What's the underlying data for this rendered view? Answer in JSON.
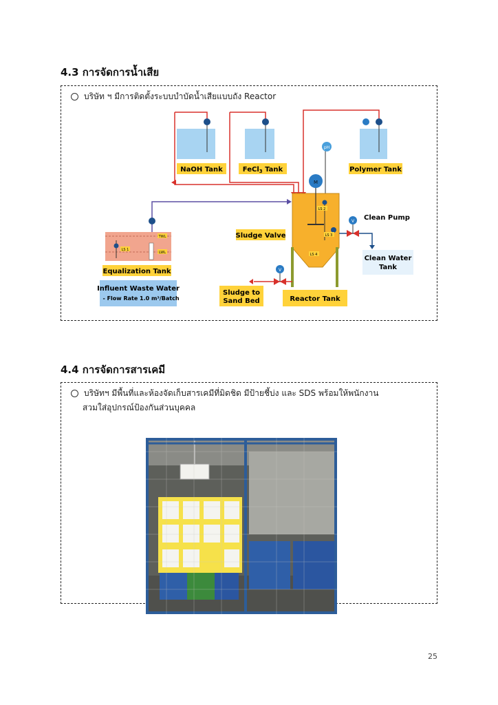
{
  "section_43": {
    "heading": "4.3 การจัดการน้ำเสีย",
    "bullet": "บริษัท ฯ มีการติดตั้งระบบบำบัดน้ำเสียแบบถัง Reactor"
  },
  "diagram": {
    "naoh_tank": "NaOH Tank",
    "fecl3_tank": "FeCl",
    "fecl3_sub": "3",
    "fecl3_suffix": " Tank",
    "polymer_tank": "Polymer  Tank",
    "clean_pump": "Clean Pump",
    "sludge_valve": "Sludge Valve",
    "clean_water_tank_1": "Clean Water",
    "clean_water_tank_2": "Tank",
    "equalization_tank": "Equalization Tank",
    "influent_1": "Influent Waste Water",
    "influent_2": "- Flow Rate 1.0 m³/Batch",
    "sludge_sand_1": "Sludge to",
    "sludge_sand_2": "Sand Bed",
    "reactor_tank": "Reactor Tank",
    "mixer_label": "M",
    "ph_label": "pH",
    "pump_label": "V",
    "ls1": "LS 1",
    "ls2": "LS 2",
    "ls3": "LS 3",
    "ls4": "LS 4",
    "twl": "TWL",
    "lwl": "LWL",
    "colors": {
      "tank_blue": "#a8d4f2",
      "label_yellow": "#ffd23a",
      "pipe_red": "#d8312b",
      "pipe_purple": "#5b4fa3",
      "reactor_orange": "#f7b02c",
      "eq_pink": "#f1a58e",
      "influent_blue": "#9cc9ee",
      "leg_green": "#8c9a2f"
    }
  },
  "section_44": {
    "heading": "4.4 การจัดการสารเคมี",
    "bullet_line1": "บริษัทฯ มีพื้นที่และห้องจัดเก็บสารเคมีที่มิดชิด มีป้ายชี้บ่ง และ SDS พร้อมให้พนักงาน",
    "bullet_line2": "สวมใส่อุปกรณ์ป้องกันส่วนบุคคล"
  },
  "page_number": "25"
}
